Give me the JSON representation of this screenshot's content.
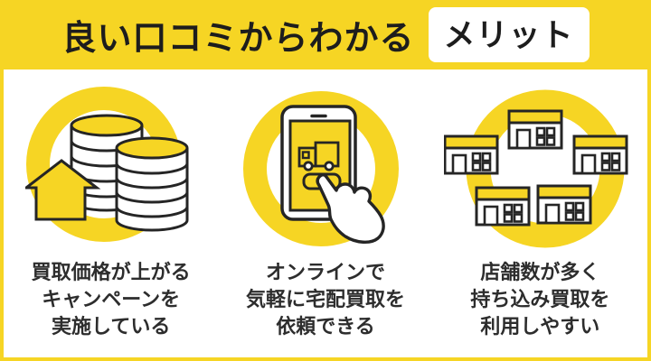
{
  "header": {
    "title": "良い口コミからわかる",
    "badge": "メリット"
  },
  "columns": [
    {
      "icon": "price-up-coins-icon",
      "lines": [
        "買取価格が上がる",
        "キャンペーンを",
        "実施している"
      ]
    },
    {
      "icon": "online-delivery-phone-icon",
      "lines": [
        "オンラインで",
        "気軽に宅配買取を",
        "依頼できる"
      ]
    },
    {
      "icon": "store-network-icon",
      "lines": [
        "店舗数が多く",
        "持ち込み買取を",
        "利用しやすい"
      ]
    }
  ],
  "colors": {
    "brand_yellow": "#F6D524",
    "outline_black": "#252525",
    "text_dark": "#2D2D2D",
    "background_white": "#FFFFFF"
  }
}
